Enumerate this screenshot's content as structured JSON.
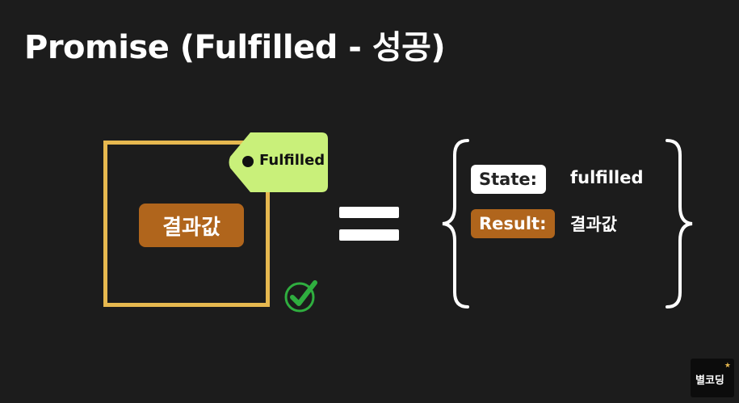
{
  "slide": {
    "title": "Promise (Fulfilled - 성공)"
  },
  "promise_box": {
    "value_label": "결과값",
    "tag_label": "Fulfilled",
    "check_icon": "check-circle-icon"
  },
  "equals_icon": "equals-icon",
  "object": {
    "state_key": "State:",
    "state_value": "fulfilled",
    "result_key": "Result:",
    "result_value": "결과값"
  },
  "logo": {
    "text": "별코딩",
    "star": "★"
  },
  "colors": {
    "background": "#1c1c1c",
    "box_border": "#e6b84f",
    "value_chip": "#b0651c",
    "tag": "#c9f07a",
    "check": "#2fae3f"
  }
}
